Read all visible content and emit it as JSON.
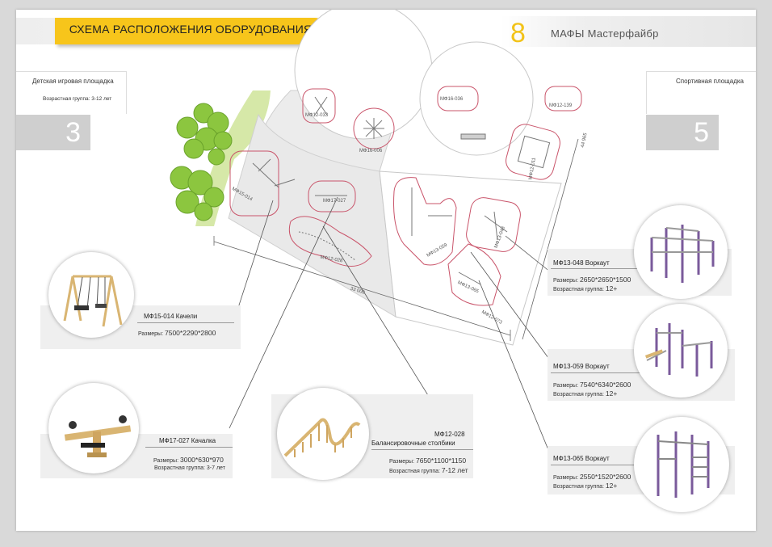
{
  "header": {
    "title": "СХЕМА РАСПОЛОЖЕНИЯ ОБОРУДОВАНИЯ",
    "page_number": "8",
    "section_title": "МАФЫ Мастерфайбр"
  },
  "zones": {
    "left": {
      "label": "Детская игровая площадка",
      "age": "Возрастная группа: 3-12 лет",
      "number": "3"
    },
    "right": {
      "label": "Спортивная площадка",
      "number": "5"
    }
  },
  "plan_labels": {
    "mf12_033": "МФ12-033",
    "mf16_036": "МФ16-036",
    "mf12_139": "МФ12-139",
    "mf16_006": "МФ16-006",
    "mf12_011": "МФ12-011",
    "mf15_014": "МФ15-014",
    "mf17_027": "МФ17-027",
    "mf12_028": "МФ12-028",
    "mf13_059": "МФ13-059",
    "mf13_048": "МФ13-048",
    "mf13_065": "МФ13-065",
    "mf12_073": "МФ12-073",
    "dim_33000": "33 000",
    "dim_44965": "44 965"
  },
  "cards": {
    "swing": {
      "title": "МФ15-014   Качели",
      "size_label": "Размеры:",
      "size_value": "7500*2290*2800"
    },
    "rocker": {
      "title": "МФ17-027   Качалка",
      "size_label": "Размеры:",
      "size_value": "3000*630*970",
      "age": "Возрастная группа: 3-7 лет"
    },
    "balance": {
      "title_line1": "МФ12-028",
      "title_line2": "Балансировочные столбики",
      "size_label": "Размеры:",
      "size_value": "7650*1100*1150",
      "age_label": "Возрастная группа:",
      "age_value": "7-12 лет"
    },
    "workout048": {
      "title": "МФ13-048   Воркаут",
      "size_label": "Размеры:",
      "size_value": "2650*2650*1500",
      "age_label": "Возрастная группа:",
      "age_value": "12+"
    },
    "workout059": {
      "title": "МФ13-059   Воркаут",
      "size_label": "Размеры:",
      "size_value": "7540*6340*2600",
      "age_label": "Возрастная группа:",
      "age_value": "12+"
    },
    "workout065": {
      "title": "МФ13-065  Воркаут",
      "size_label": "Размеры:",
      "size_value": "2550*1520*2600",
      "age_label": "Возрастная группа:",
      "age_value": "12+"
    }
  },
  "colors": {
    "accent": "#f7c51b",
    "purple": "#7a5a9b",
    "wood": "#d9b572",
    "tree": "#8cc63f",
    "grass": "#d6e8a8",
    "outline": "#c9546a"
  }
}
